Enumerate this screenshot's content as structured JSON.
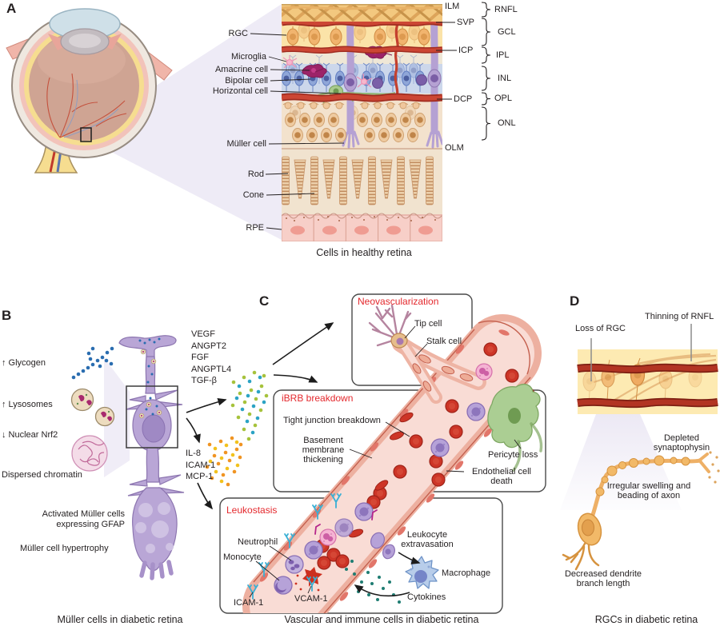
{
  "figure": {
    "background": "#ffffff"
  },
  "colors": {
    "label_red": "#e4282d",
    "vessel_red": "#c0392b",
    "muller_purple": "#b9a6d6",
    "bipolar_blue": "#8fa6d8",
    "rgc_orange": "#f1b46e",
    "pericyte_green": "#abce93",
    "macrophage_blue": "#b8cdea",
    "cytokine_teal": "#1f7d72",
    "growth_dot_green": "#a6c23b",
    "growth_dot_cyan": "#2ba3c4",
    "inflammatory_dot_orange": "#f09422",
    "inflammatory_dot_yellow": "#f2c21d"
  },
  "panelA": {
    "letter": "A",
    "caption": "Cells in healthy retina",
    "cell_labels": {
      "rgc": "RGC",
      "microglia": "Microglia",
      "amacrine": "Amacrine cell",
      "bipolar": "Bipolar cell",
      "horizontal": "Horizontal cell",
      "muller": "Müller cell",
      "rod": "Rod",
      "cone": "Cone",
      "rpe": "RPE"
    },
    "plexus_labels": {
      "ilm": "ILM",
      "svp": "SVP",
      "icp": "ICP",
      "dcp": "DCP",
      "olm": "OLM"
    },
    "layer_labels": {
      "rnfl": "RNFL",
      "gcl": "GCL",
      "ipl": "IPL",
      "inl": "INL",
      "opl": "OPL",
      "onl": "ONL"
    }
  },
  "panelB": {
    "letter": "B",
    "caption": "Müller cells in diabetic retina",
    "findings": {
      "glycogen": "↑ Glycogen",
      "lysosomes": "↑ Lysosomes",
      "nrf2": "↓ Nuclear Nrf2",
      "chromatin": "Dispersed chromatin",
      "activated": "Activated Müller cells expressing GFAP",
      "hypertrophy": "Müller cell hypertrophy"
    },
    "growth_factors": [
      "VEGF",
      "ANGPT2",
      "FGF",
      "ANGPTL4",
      "TGF-β"
    ],
    "inflammatory_factors": [
      "IL-8",
      "ICAM-1",
      "MCP-1"
    ]
  },
  "panelC": {
    "letter": "C",
    "caption": "Vascular and immune cells in diabetic retina",
    "neovascularization": {
      "title": "Neovascularization",
      "tip_cell": "Tip cell",
      "stalk_cell": "Stalk cell"
    },
    "ibrb": {
      "title": "iBRB breakdown",
      "tight_junction": "Tight junction breakdown",
      "basement": "Basement membrane thickening",
      "pericyte": "Pericyte loss",
      "endothelial": "Endothelial cell death"
    },
    "leukostasis": {
      "title": "Leukostasis",
      "neutrophil": "Neutrophil",
      "monocyte": "Monocyte",
      "icam1": "ICAM-1",
      "vcam1": "VCAM-1",
      "extravasation": "Leukocyte extravasation",
      "macrophage": "Macrophage",
      "cytokines": "Cytokines"
    }
  },
  "panelD": {
    "letter": "D",
    "caption": "RGCs in diabetic retina",
    "labels": {
      "loss_rgc": "Loss of RGC",
      "thinning_rnfl": "Thinning of RNFL",
      "depleted": "Depleted synaptophysin",
      "swelling": "Irregular swelling and beading of axon",
      "dendrites": "Decreased dendrite branch length"
    }
  }
}
